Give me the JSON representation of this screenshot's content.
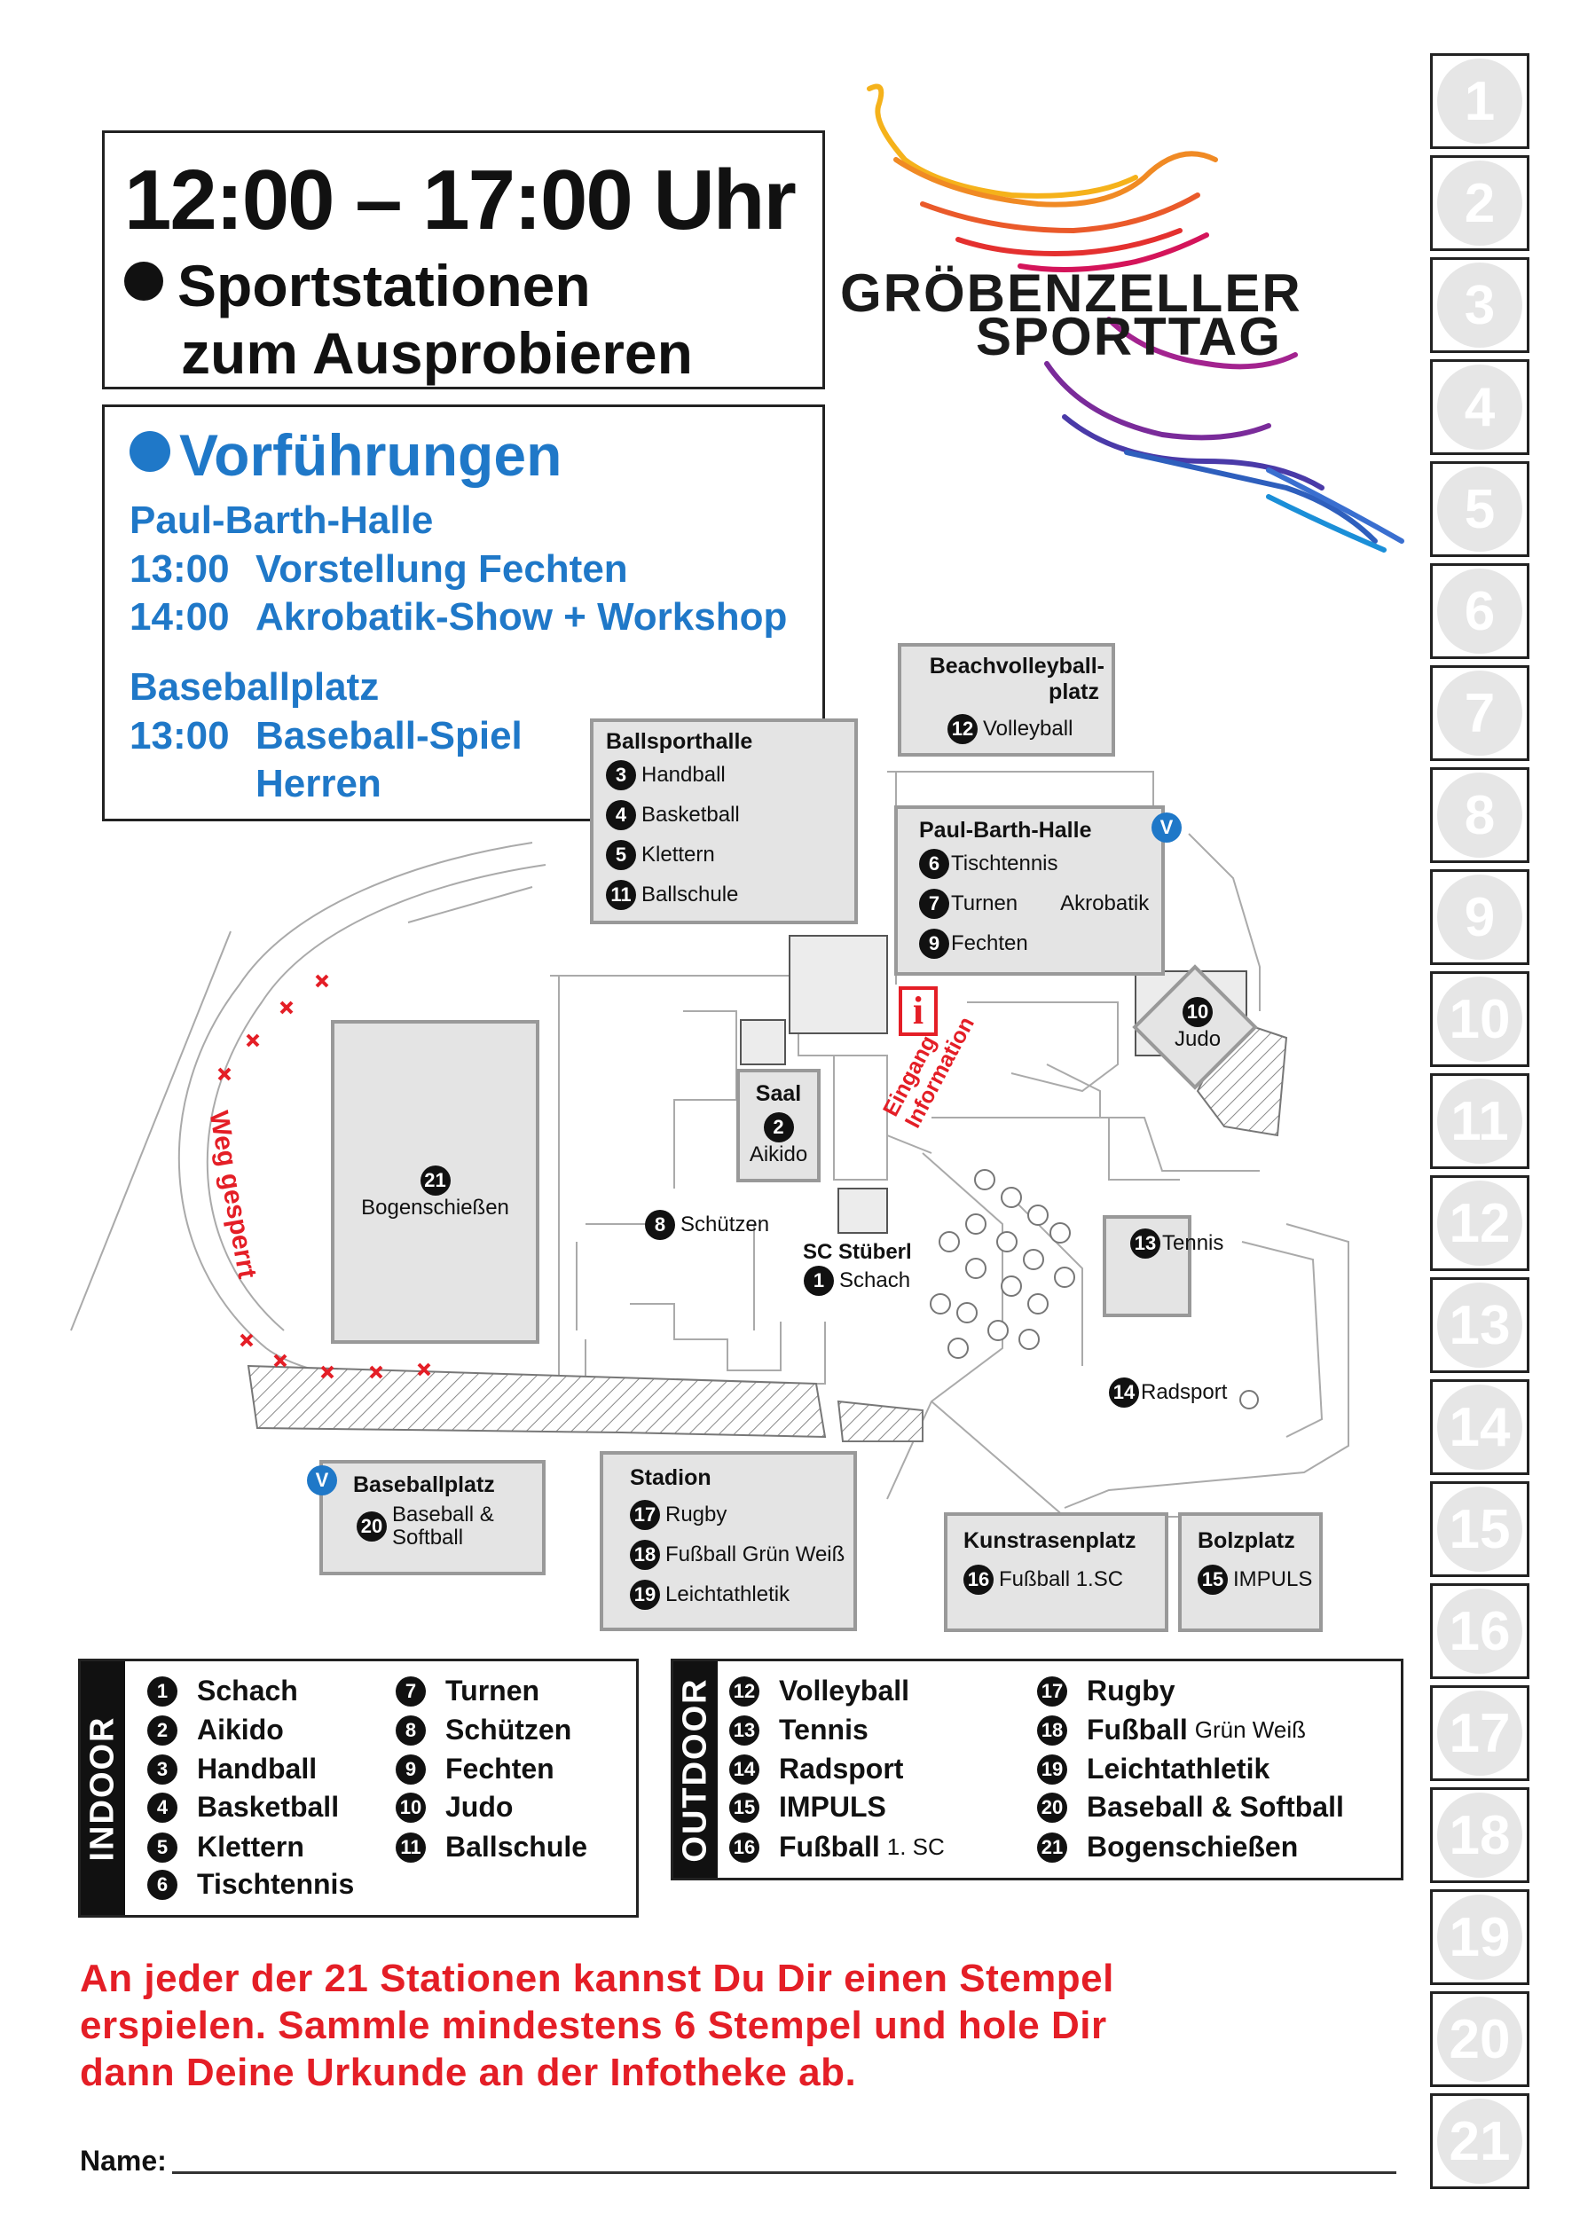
{
  "header": {
    "time": "12:00 – 17:00 Uhr",
    "stations_line1": "Sportstationen",
    "stations_line2": "zum Ausprobieren"
  },
  "demos": {
    "title": "Vorführungen",
    "sections": [
      {
        "name": "Paul-Barth-Halle",
        "items": [
          {
            "time": "13:00",
            "text": "Vorstellung Fechten"
          },
          {
            "time": "14:00",
            "text": "Akrobatik-Show + Workshop"
          }
        ]
      },
      {
        "name": "Baseballplatz",
        "items": [
          {
            "time": "13:00",
            "text": "Baseball-Spiel"
          },
          {
            "time": "",
            "text": "Herren"
          }
        ]
      }
    ]
  },
  "logo": {
    "line1": "GRÖBENZELLER",
    "line2": "SPORTTAG"
  },
  "stamps": [
    "1",
    "2",
    "3",
    "4",
    "5",
    "6",
    "7",
    "8",
    "9",
    "10",
    "11",
    "12",
    "13",
    "14",
    "15",
    "16",
    "17",
    "18",
    "19",
    "20",
    "21"
  ],
  "map": {
    "beachvolleyball": {
      "title1": "Beachvolleyball-",
      "title2": "platz",
      "num": "12",
      "label": "Volleyball"
    },
    "ballsporthalle": {
      "title": "Ballsporthalle",
      "items": [
        {
          "num": "3",
          "label": "Handball"
        },
        {
          "num": "4",
          "label": "Basketball"
        },
        {
          "num": "5",
          "label": "Klettern"
        },
        {
          "num": "11",
          "label": "Ballschule"
        }
      ]
    },
    "paulbarth": {
      "title": "Paul-Barth-Halle",
      "v": "V",
      "n6": "6",
      "l6": "Tischtennis",
      "n7": "7",
      "l7": "Turnen",
      "akro": "Akrobatik",
      "n9": "9",
      "l9": "Fechten"
    },
    "judo": {
      "num": "10",
      "label": "Judo"
    },
    "info": {
      "icon": "i",
      "line1": "Eingang",
      "line2": "Information"
    },
    "saal": {
      "title": "Saal",
      "num": "2",
      "label": "Aikido"
    },
    "bogen": {
      "num": "21",
      "label": "Bogenschießen"
    },
    "schuetzen": {
      "num": "8",
      "label": "Schützen"
    },
    "stueberl": {
      "title": "SC Stüberl",
      "num": "1",
      "label": "Schach"
    },
    "tennis": {
      "num": "13",
      "label": "Tennis"
    },
    "radsport": {
      "num": "14",
      "label": "Radsport"
    },
    "weg": "Weg gesperrt",
    "baseball": {
      "title": "Baseballplatz",
      "v": "V",
      "num": "20",
      "label1": "Baseball &",
      "label2": "Softball"
    },
    "stadion": {
      "title": "Stadion",
      "items": [
        {
          "num": "17",
          "label": "Rugby"
        },
        {
          "num": "18",
          "label": "Fußball Grün Weiß"
        },
        {
          "num": "19",
          "label": "Leichtathletik"
        }
      ]
    },
    "kunstrasen": {
      "title": "Kunstrasenplatz",
      "num": "16",
      "label": "Fußball 1.SC"
    },
    "bolzplatz": {
      "title": "Bolzplatz",
      "num": "15",
      "label": "IMPULS"
    }
  },
  "indoor": {
    "tag": "INDOOR",
    "items": [
      {
        "num": "1",
        "label": "Schach"
      },
      {
        "num": "2",
        "label": "Aikido"
      },
      {
        "num": "3",
        "label": "Handball"
      },
      {
        "num": "4",
        "label": "Basketball"
      },
      {
        "num": "5",
        "label": "Klettern"
      },
      {
        "num": "6",
        "label": "Tischtennis"
      },
      {
        "num": "7",
        "label": "Turnen"
      },
      {
        "num": "8",
        "label": "Schützen"
      },
      {
        "num": "9",
        "label": "Fechten"
      },
      {
        "num": "10",
        "label": "Judo"
      },
      {
        "num": "11",
        "label": "Ballschule"
      }
    ]
  },
  "outdoor": {
    "tag": "OUTDOOR",
    "items": [
      {
        "num": "12",
        "label": "Volleyball",
        "extra": ""
      },
      {
        "num": "13",
        "label": "Tennis",
        "extra": ""
      },
      {
        "num": "14",
        "label": "Radsport",
        "extra": ""
      },
      {
        "num": "15",
        "label": "IMPULS",
        "extra": ""
      },
      {
        "num": "16",
        "label": "Fußball",
        "extra": "1. SC"
      },
      {
        "num": "17",
        "label": "Rugby",
        "extra": ""
      },
      {
        "num": "18",
        "label": "Fußball",
        "extra": "Grün Weiß"
      },
      {
        "num": "19",
        "label": "Leichtathletik",
        "extra": ""
      },
      {
        "num": "20",
        "label": "Baseball & Softball",
        "extra": ""
      },
      {
        "num": "21",
        "label": "Bogenschießen",
        "extra": ""
      }
    ]
  },
  "notice": {
    "line1": "An jeder der 21 Stationen kannst Du Dir einen Stempel",
    "line2": "erspielen. Sammle mindestens 6 Stempel und hole Dir",
    "line3": "dann Deine Urkunde an der Infotheke ab."
  },
  "name_label": "Name:",
  "colors": {
    "blue": "#1f78c8",
    "red": "#e41e26",
    "building": "#e4e4e4"
  }
}
